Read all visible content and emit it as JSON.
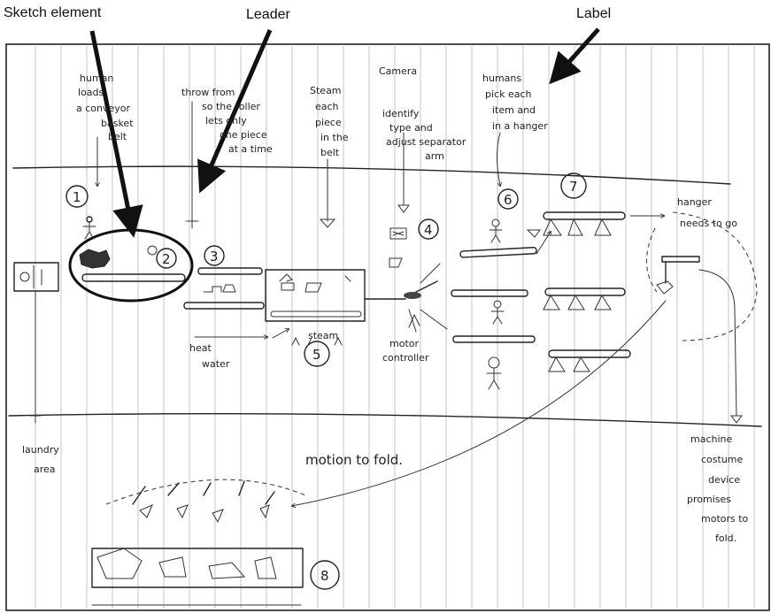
{
  "callouts": {
    "sketch_element": "Sketch element",
    "leader": "Leader",
    "label": "Label"
  },
  "sketch_notes": {
    "humans_load": [
      "human",
      "loads",
      "a conveyor",
      "basket",
      "belt"
    ],
    "throw_roller": [
      "throw from",
      "so the roller",
      "lets only",
      "one piece",
      "at a time"
    ],
    "steam_each": [
      "Steam",
      "each",
      "piece",
      "in the",
      "belt"
    ],
    "camera": "Camera",
    "identify": [
      "identify",
      "type and",
      "adjust separator",
      "arm"
    ],
    "humans_pick": [
      "humans",
      "pick each",
      "item and",
      "in a hanger"
    ],
    "hanger_needs": [
      "hanger",
      "needs to go"
    ],
    "heat_water": [
      "heat",
      "water"
    ],
    "steam_label": "steam",
    "motor_controller": [
      "motor",
      "controller"
    ],
    "laundry_area": [
      "laundry",
      "area"
    ],
    "motion_to_fold": "motion   to fold.",
    "machine_note": [
      "machine",
      "costume",
      "device",
      "promises",
      "motors to",
      "fold."
    ],
    "step_numbers": [
      "1",
      "2",
      "3",
      "4",
      "5",
      "6",
      "7",
      "8"
    ]
  }
}
